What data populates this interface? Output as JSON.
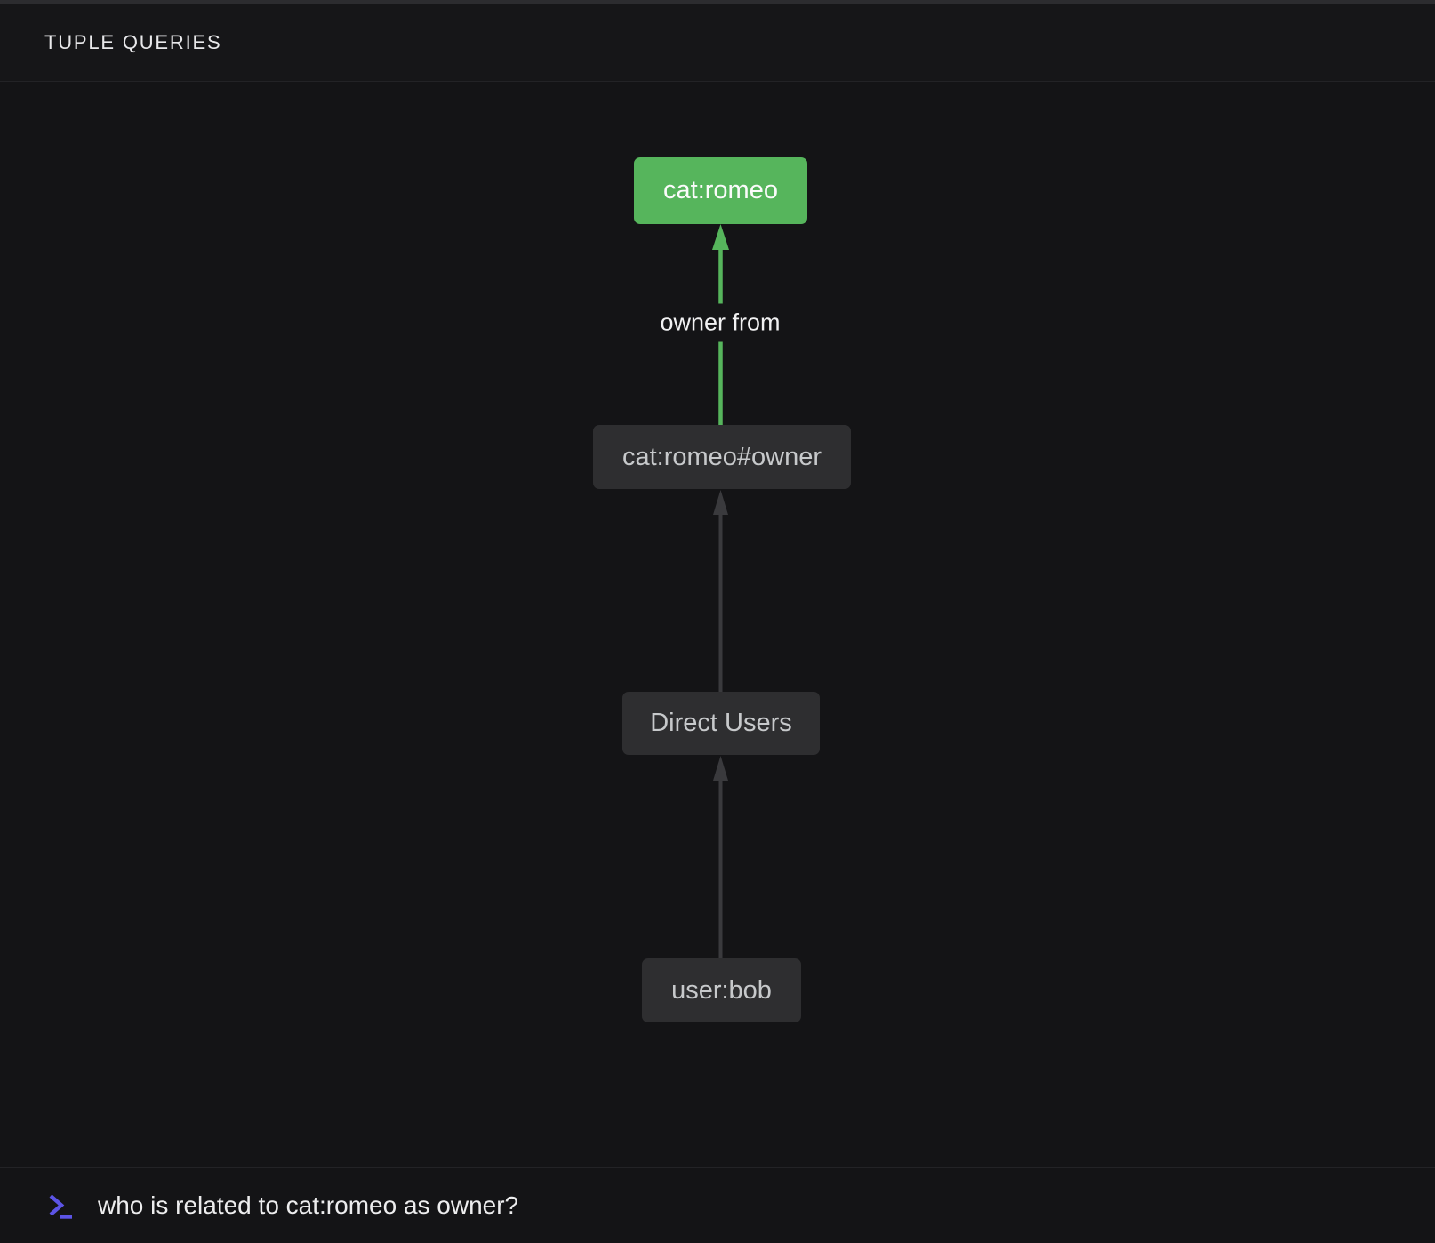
{
  "header": {
    "title": "TUPLE QUERIES"
  },
  "graph": {
    "nodes": [
      {
        "id": "cat-romeo",
        "label": "cat:romeo",
        "type": "highlighted"
      },
      {
        "id": "cat-romeo-owner",
        "label": "cat:romeo#owner",
        "type": "default"
      },
      {
        "id": "direct-users",
        "label": "Direct Users",
        "type": "default"
      },
      {
        "id": "user-bob",
        "label": "user:bob",
        "type": "default"
      }
    ],
    "edges": [
      {
        "from": "cat-romeo-owner",
        "to": "cat-romeo",
        "label": "owner from",
        "highlighted": true
      },
      {
        "from": "direct-users",
        "to": "cat-romeo-owner",
        "label": "",
        "highlighted": false
      },
      {
        "from": "user-bob",
        "to": "direct-users",
        "label": "",
        "highlighted": false
      }
    ]
  },
  "query_bar": {
    "icon": "terminal-prompt-icon",
    "text": "who is related to cat:romeo as owner?"
  },
  "colors": {
    "highlight_green": "#56b55c",
    "node_bg": "#2e2e30",
    "node_text": "#c7c9cb",
    "edge_gray": "#3a3a3d",
    "prompt_icon": "#5c54e6",
    "canvas_bg": "#141416"
  }
}
